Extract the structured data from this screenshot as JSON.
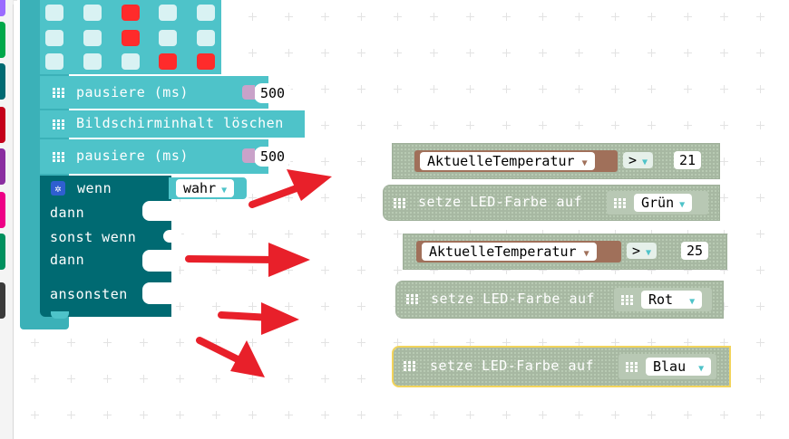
{
  "toolbox": {
    "category_colors": [
      "#9b6bff",
      "#00a84a",
      "#006a72",
      "#c4001a",
      "#8a2ea0",
      "#ee0086",
      "#00905e",
      "#3a3a3a"
    ]
  },
  "led_matrix": {
    "rows": [
      [
        false,
        false,
        true,
        false,
        false
      ],
      [
        false,
        false,
        true,
        false,
        false
      ],
      [
        false,
        false,
        false,
        true,
        true
      ]
    ]
  },
  "main_script": {
    "pause1": {
      "label": "pausiere (ms)",
      "value": "500"
    },
    "clear_screen": {
      "label": "Bildschirminhalt löschen"
    },
    "pause2": {
      "label": "pausiere (ms)",
      "value": "500"
    },
    "if_block": {
      "if_label": "wenn",
      "condition": "wahr",
      "then1": "dann",
      "else_if": "sonst wenn",
      "then2": "dann",
      "else": "ansonsten"
    }
  },
  "floating_blocks": {
    "compare1": {
      "variable": "AktuelleTemperatur",
      "operator": ">",
      "value": "21"
    },
    "set_led1": {
      "label": "setze LED-Farbe auf",
      "color": "Grün"
    },
    "compare2": {
      "variable": "AktuelleTemperatur",
      "operator": ">",
      "value": "25"
    },
    "set_led2": {
      "label": "setze LED-Farbe auf",
      "color": "Rot"
    },
    "set_led3": {
      "label": "setze LED-Farbe auf",
      "color": "Blau"
    }
  },
  "colors": {
    "teal": "#4ec3c9",
    "dark_teal": "#006a72",
    "arrow_red": "#e8202a",
    "variable_brown": "#a0705a",
    "disabled_green": "#a7b8a2",
    "selected_outline": "#f2d45c"
  }
}
